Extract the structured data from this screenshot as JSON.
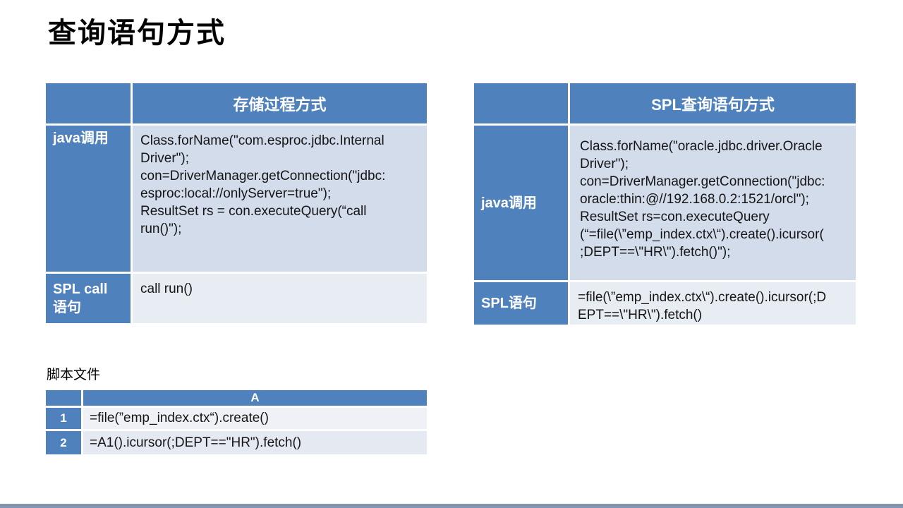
{
  "slide": {
    "title": "查询语句方式",
    "accent_color": "#4F81BD",
    "band_color_1": "#D3DCEB",
    "band_color_2": "#E8ECF3"
  },
  "left_table": {
    "header": "存储过程方式",
    "rows": [
      {
        "label": "java调用",
        "code": "Class.forName(\"com.esproc.jdbc.Internal\nDriver\");\ncon=DriverManager.getConnection(\"jdbc:\nesproc:local://onlyServer=true\");\nResultSet rs = con.executeQuery(“call\nrun()\");"
      },
      {
        "label": "SPL call\n语句",
        "code": "call run()"
      }
    ]
  },
  "right_table": {
    "header": "SPL查询语句方式",
    "rows": [
      {
        "label": "java调用",
        "code": "Class.forName(\"oracle.jdbc.driver.Oracle\nDriver\");\ncon=DriverManager.getConnection(\"jdbc:\noracle:thin:@//192.168.0.2:1521/orcl\");\nResultSet rs=con.executeQuery\n(“=file(\\”emp_index.ctx\\“).create().icursor(\n;DEPT==\\\"HR\\\").fetch()\");"
      },
      {
        "label": "SPL语句",
        "code": "=file(\\”emp_index.ctx\\“).create().icursor(;D\nEPT==\\\"HR\\\").fetch()"
      }
    ]
  },
  "script_section": {
    "label": "脚本文件",
    "column_header": "A",
    "rows": [
      {
        "num": "1",
        "code": "=file(”emp_index.ctx“).create()"
      },
      {
        "num": "2",
        "code": "=A1().icursor(;DEPT==\"HR\").fetch()"
      }
    ]
  }
}
